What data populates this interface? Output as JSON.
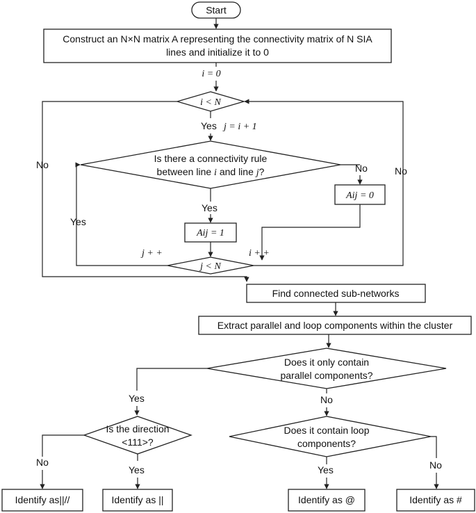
{
  "flowchart": {
    "start": "Start",
    "construct_line1": "Construct an N×N matrix A representing the connectivity matrix of N SIA",
    "construct_line2": "lines and initialize it to 0",
    "init_i": "i = 0",
    "cond_i": "i < N",
    "yes_j": "Yes",
    "assign_j": "j = i + 1",
    "no_left": "No",
    "no_right": "No",
    "rule_line1": "Is there a connectivity rule",
    "rule_line2a": "between line ",
    "rule_i": "i",
    "rule_line2b": " and line ",
    "rule_j": "j",
    "rule_line2c": "?",
    "rule_no": "No",
    "rule_yes": "Yes",
    "aij_zero": "Aij = 0",
    "aij_one": "Aij = 1",
    "loop_yes": "Yes",
    "j_inc": "j + +",
    "i_inc": "i + +",
    "cond_j": "j < N",
    "find_sub": "Find connected sub-networks",
    "extract": "Extract parallel and loop components within the cluster",
    "parallel_q1": "Does it only contain",
    "parallel_q2": "parallel components?",
    "parallel_yes": "Yes",
    "parallel_no": "No",
    "dir_q1": "Is the direction",
    "dir_q2": "<111>?",
    "dir_no": "No",
    "dir_yes": "Yes",
    "loop_q1": "Does it contain loop",
    "loop_q2": "components?",
    "loop_q_yes": "Yes",
    "loop_q_no": "No",
    "out1": "Identify as||//",
    "out2": "Identify as ||",
    "out3": "Identify as @",
    "out4": "Identify as #"
  }
}
